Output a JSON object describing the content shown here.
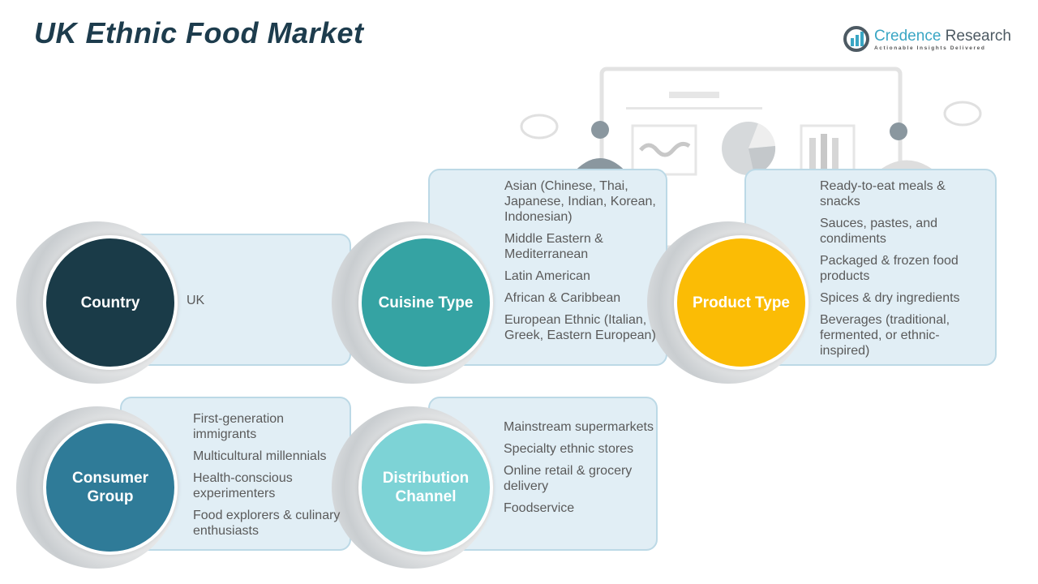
{
  "title": "UK Ethnic Food Market",
  "logo": {
    "name_a": "Credence",
    "name_b": "Research",
    "tagline": "Actionable Insights Delivered"
  },
  "segments": {
    "country": {
      "label": "Country",
      "color": "#1a3b48",
      "items": [
        "UK"
      ]
    },
    "cuisine": {
      "label": "Cuisine Type",
      "color": "#35a3a3",
      "items": [
        "Asian (Chinese, Thai, Japanese, Indian, Korean, Indonesian)",
        "Middle Eastern & Mediterranean",
        "Latin American",
        "African & Caribbean",
        "European Ethnic (Italian, Greek, Eastern European)"
      ]
    },
    "product": {
      "label": "Product Type",
      "color": "#fbbc05",
      "items": [
        "Ready-to-eat meals & snacks",
        "Sauces, pastes, and condiments",
        "Packaged & frozen food products",
        "Spices & dry ingredients",
        "Beverages (traditional, fermented, or ethnic-inspired)"
      ]
    },
    "consumer": {
      "label": "Consumer Group",
      "color": "#2f7b98",
      "items": [
        "First-generation immigrants",
        "Multicultural millennials",
        "Health-conscious experimenters",
        "Food explorers & culinary enthusiasts"
      ]
    },
    "distribution": {
      "label": "Distribution Channel",
      "color": "#7dd3d6",
      "items": [
        "Mainstream supermarkets",
        "Specialty ethnic stores",
        "Online retail & grocery delivery",
        "Foodservice"
      ]
    }
  }
}
